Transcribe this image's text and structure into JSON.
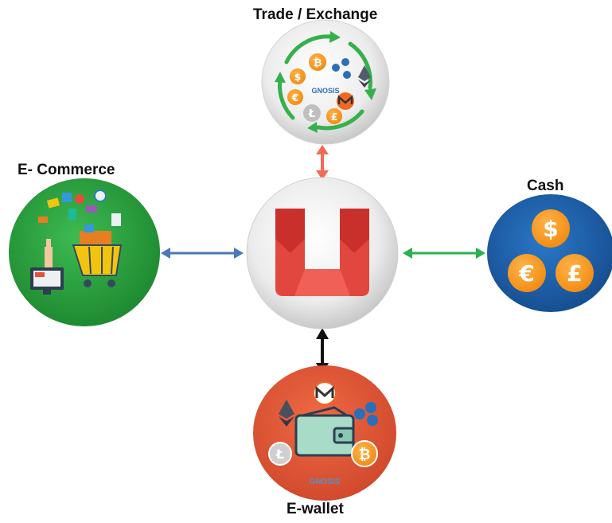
{
  "nodes": {
    "trade": {
      "label": "Trade / Exchange",
      "brand": "GNOSIS"
    },
    "ecommerce": {
      "label": "E- Commerce"
    },
    "cash": {
      "label": "Cash",
      "currencies": [
        "$",
        "€",
        "£"
      ]
    },
    "ewallet": {
      "label": "E-wallet",
      "brand": "GNOSIS"
    }
  },
  "colors": {
    "arrow_trade": "#f26b55",
    "arrow_ecommerce": "#4a78b8",
    "arrow_cash": "#2bb24c",
    "arrow_ewallet": "#111111",
    "ecommerce_bg": "#2a9a3c",
    "cash_bg": "#1e5fa8",
    "ewallet_bg": "#e0583a",
    "hub_logo": "#e2473f"
  },
  "icons": {
    "center": "u-logo-icon",
    "trade": [
      "bitcoin-icon",
      "ripple-icon",
      "ethereum-icon",
      "monero-icon",
      "litecoin-icon",
      "dollar-icon",
      "euro-icon",
      "pound-icon"
    ],
    "ecommerce": [
      "shopping-cart-icon",
      "monitor-icon",
      "hand-icon"
    ],
    "ewallet": [
      "wallet-icon",
      "monero-icon",
      "ethereum-icon",
      "ripple-icon",
      "litecoin-icon",
      "bitcoin-icon"
    ]
  }
}
